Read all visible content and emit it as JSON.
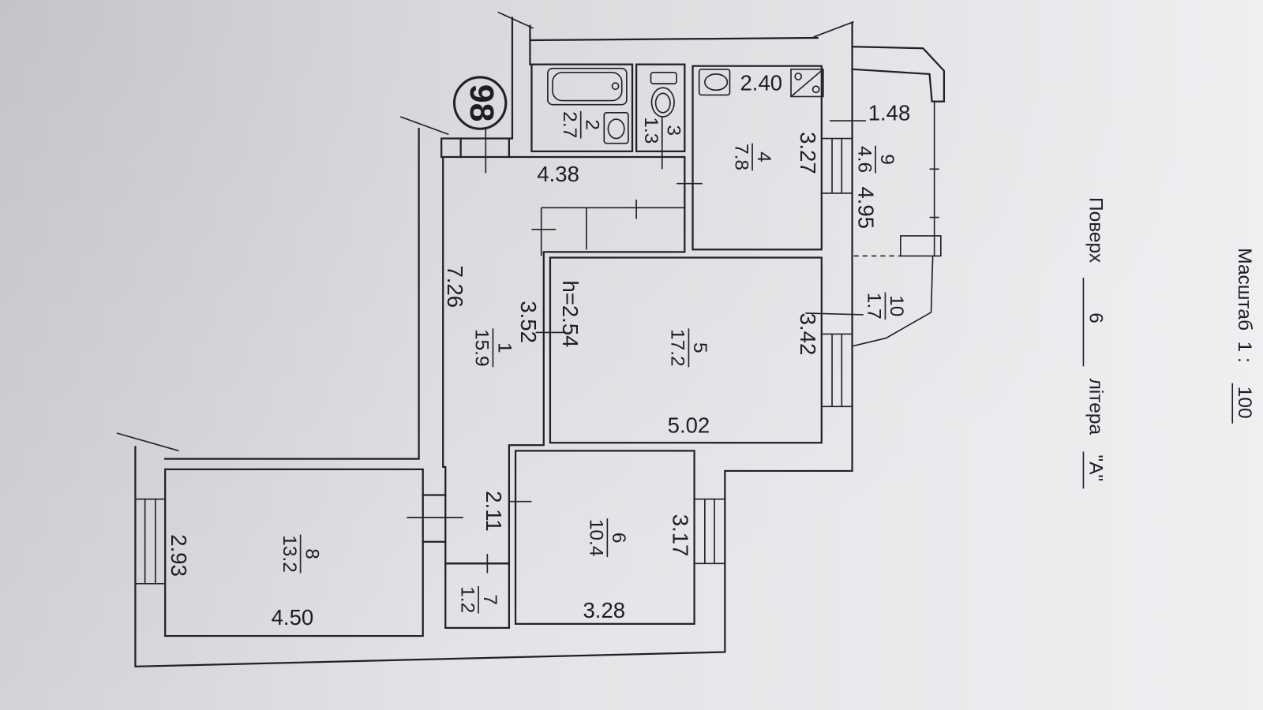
{
  "apartment": {
    "number": "98"
  },
  "rooms": [
    {
      "number": "1",
      "area": "15.9"
    },
    {
      "number": "2",
      "area": "2.7"
    },
    {
      "number": "3",
      "area": "1.3"
    },
    {
      "number": "4",
      "area": "7.8"
    },
    {
      "number": "5",
      "area": "17.2"
    },
    {
      "number": "6",
      "area": "10.4"
    },
    {
      "number": "7",
      "area": "1.2"
    },
    {
      "number": "8",
      "area": "13.2"
    },
    {
      "number": "9",
      "area": "4.6"
    },
    {
      "number": "10",
      "area": "1.7"
    }
  ],
  "dimensions": [
    "2.40",
    "1.48",
    "3.27",
    "4.95",
    "4.38",
    "7.26",
    "3.52",
    "3.42",
    "5.02",
    "2.11",
    "3.17",
    "3.28",
    "2.93",
    "4.50"
  ],
  "ceiling_height": "h=2.54",
  "legend": {
    "scale_label": "Масштаб",
    "scale_ratio": "1 :",
    "scale_value": "100",
    "floor_label": "Поверх",
    "floor_value": "6",
    "letter_label": "літера",
    "letter_value": "\"А\""
  },
  "colors": {
    "ink": "#202124",
    "paper": "#eceef0"
  }
}
